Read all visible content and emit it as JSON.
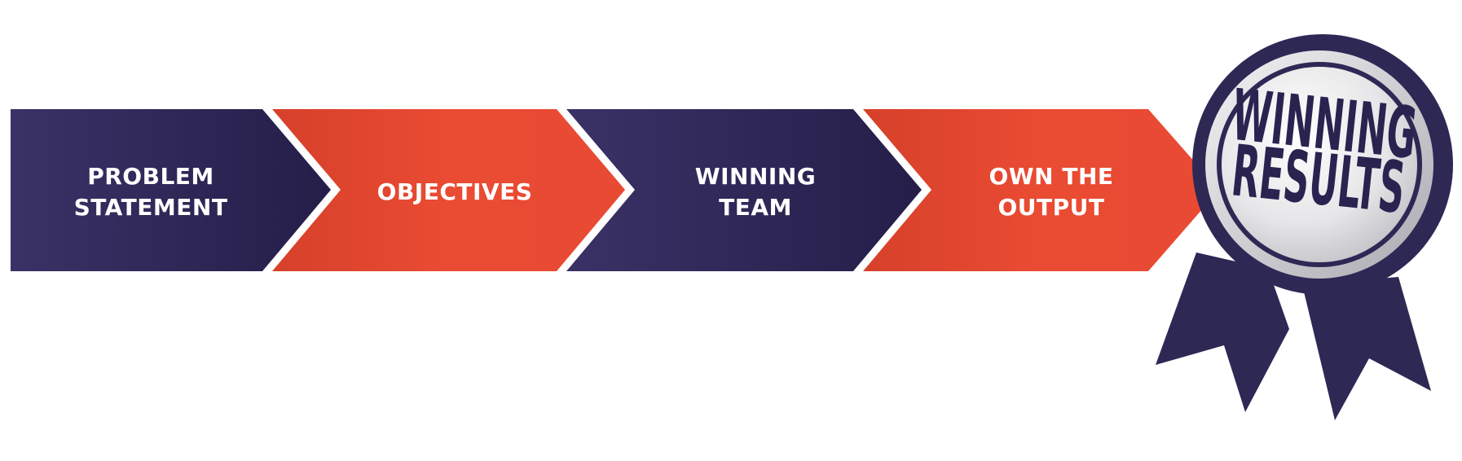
{
  "colors": {
    "navy": "#2b2450",
    "navy_light": "#3a3266",
    "orange": "#e84a33",
    "orange_dark": "#d94127",
    "badge_silver": "#e8e8ea",
    "ribbon": "#2e2855",
    "background": "#ffffff"
  },
  "steps": [
    {
      "line1": "PROBLEM",
      "line2": "STATEMENT",
      "color": "navy"
    },
    {
      "line1": "OBJECTIVES",
      "line2": "",
      "color": "orange"
    },
    {
      "line1": "WINNING",
      "line2": "TEAM",
      "color": "navy"
    },
    {
      "line1": "OWN THE",
      "line2": "OUTPUT",
      "color": "orange"
    }
  ],
  "badge": {
    "line1": "WINNING",
    "line2": "RESULTS",
    "icon": "rosette-award-icon"
  }
}
